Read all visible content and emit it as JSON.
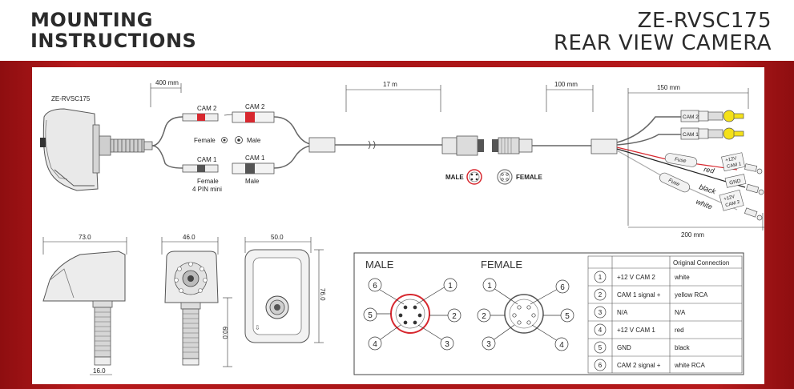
{
  "header": {
    "title_line1": "MOUNTING",
    "title_line2": "INSTRUCTIONS",
    "model": "ZE-RVSC175",
    "product": "REAR VIEW CAMERA"
  },
  "wiring": {
    "camera_model": "ZE-RVSC175",
    "dim_400": "400 mm",
    "dim_17m": "17 m",
    "dim_100": "100 mm",
    "dim_150": "150 mm",
    "dim_200": "200 mm",
    "cam2": "CAM 2",
    "cam1": "CAM 1",
    "female": "Female",
    "male": "Male",
    "four_pin": "4 PIN mini",
    "male_caps": "MALE",
    "female_caps": "FEMALE",
    "fuse": "Fuse",
    "red": "red",
    "black": "black",
    "white": "white",
    "gnd": "GND",
    "v12": "+12V",
    "cam_1": "CAM 1",
    "cam_2": "CAM 2"
  },
  "dimensions": {
    "d73": "73.0",
    "d46": "46.0",
    "d50": "50.0",
    "d76": "76.0",
    "d60": "60.0",
    "d16": "16.0"
  },
  "pinout": {
    "male_label": "MALE",
    "female_label": "FEMALE",
    "numbers": [
      "1",
      "2",
      "3",
      "4",
      "5",
      "6"
    ]
  },
  "table": {
    "header": "Original Connection",
    "rows": [
      {
        "pin": "1",
        "signal": "+12 V CAM 2",
        "connection": "white"
      },
      {
        "pin": "2",
        "signal": "CAM 1 signal +",
        "connection": "yellow RCA"
      },
      {
        "pin": "3",
        "signal": "N/A",
        "connection": "N/A"
      },
      {
        "pin": "4",
        "signal": "+12 V CAM 1",
        "connection": "red"
      },
      {
        "pin": "5",
        "signal": "GND",
        "connection": "black"
      },
      {
        "pin": "6",
        "signal": "CAM 2 signal +",
        "connection": "white RCA"
      }
    ]
  },
  "colors": {
    "brand_red": "#b71a1c",
    "accent_red": "#d7282f",
    "rca_yellow": "#f4e11a",
    "text_dark": "#2b2b2b"
  }
}
